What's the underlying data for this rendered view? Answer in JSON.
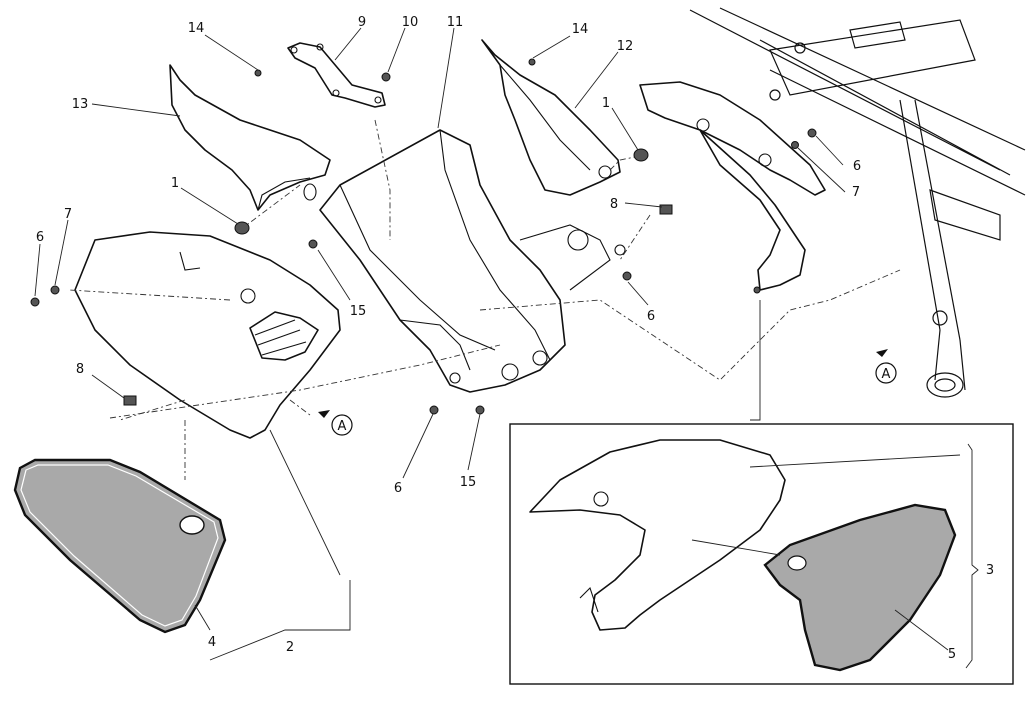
{
  "diagram": {
    "part_callouts": [
      {
        "id": "c14a",
        "label": "14"
      },
      {
        "id": "c9",
        "label": "9"
      },
      {
        "id": "c10",
        "label": "10"
      },
      {
        "id": "c11",
        "label": "11"
      },
      {
        "id": "c14b",
        "label": "14"
      },
      {
        "id": "c12",
        "label": "12"
      },
      {
        "id": "c13",
        "label": "13"
      },
      {
        "id": "c1a",
        "label": "1"
      },
      {
        "id": "c1b",
        "label": "1"
      },
      {
        "id": "c6a",
        "label": "6"
      },
      {
        "id": "c7a",
        "label": "7"
      },
      {
        "id": "c6b",
        "label": "6"
      },
      {
        "id": "c7b",
        "label": "7"
      },
      {
        "id": "c8a",
        "label": "8"
      },
      {
        "id": "c15a",
        "label": "15"
      },
      {
        "id": "c6c",
        "label": "6"
      },
      {
        "id": "c8b",
        "label": "8"
      },
      {
        "id": "c6d",
        "label": "6"
      },
      {
        "id": "c15b",
        "label": "15"
      },
      {
        "id": "c4",
        "label": "4"
      },
      {
        "id": "c2",
        "label": "2"
      },
      {
        "id": "c3",
        "label": "3"
      },
      {
        "id": "c5",
        "label": "5"
      }
    ],
    "reference_markers": [
      {
        "id": "ra1",
        "label": "A"
      },
      {
        "id": "ra2",
        "label": "A"
      }
    ]
  }
}
